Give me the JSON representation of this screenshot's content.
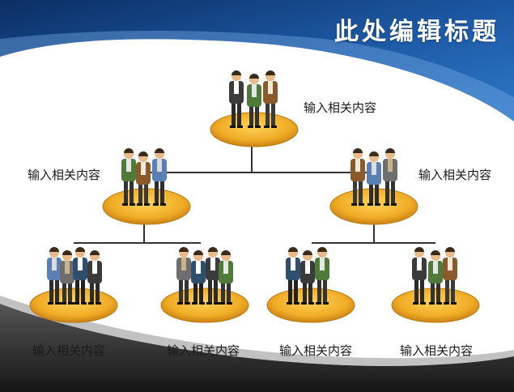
{
  "title": "此处编辑标题",
  "colors": {
    "header_blue_dark": "#0d3c78",
    "header_blue_light": "#2a6fbf",
    "platform_gold": "#f2b230",
    "platform_gold_dark": "#c9861a",
    "connector": "#333333",
    "bottom_dark": "#2b2b2b"
  },
  "nodes": [
    {
      "label": "输入相关内容",
      "level": "top"
    },
    {
      "label": "输入相关内容",
      "level": "middle-left"
    },
    {
      "label": "输入相关内容",
      "level": "middle-right"
    },
    {
      "label": "输入相关内容",
      "level": "bottom-1"
    },
    {
      "label": "输入相关内容",
      "level": "bottom-2"
    },
    {
      "label": "输入相关内容",
      "level": "bottom-3"
    },
    {
      "label": "输入相关内容",
      "level": "bottom-4"
    }
  ]
}
